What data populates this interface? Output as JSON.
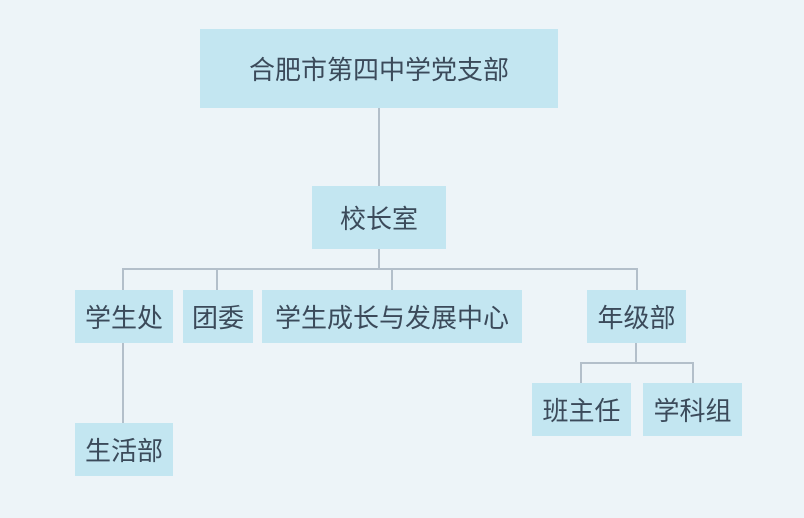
{
  "colors": {
    "background": "#edf4f8",
    "node_fill": "#c3e6f1",
    "node_text": "#3b4a5a",
    "connector": "#b3bfca"
  },
  "org": {
    "root": {
      "id": "party-branch",
      "label": "合肥市第四中学党支部",
      "children": [
        {
          "id": "principal-office",
          "label": "校长室",
          "children": [
            {
              "id": "student-affairs",
              "label": "学生处",
              "children": [
                {
                  "id": "life-dept",
                  "label": "生活部",
                  "children": []
                }
              ]
            },
            {
              "id": "youth-league",
              "label": "团委",
              "children": []
            },
            {
              "id": "growth-center",
              "label": "学生成长与发展中心",
              "children": []
            },
            {
              "id": "grade-dept",
              "label": "年级部",
              "children": [
                {
                  "id": "class-teacher",
                  "label": "班主任",
                  "children": []
                },
                {
                  "id": "subject-group",
                  "label": "学科组",
                  "children": []
                }
              ]
            }
          ]
        }
      ]
    }
  }
}
